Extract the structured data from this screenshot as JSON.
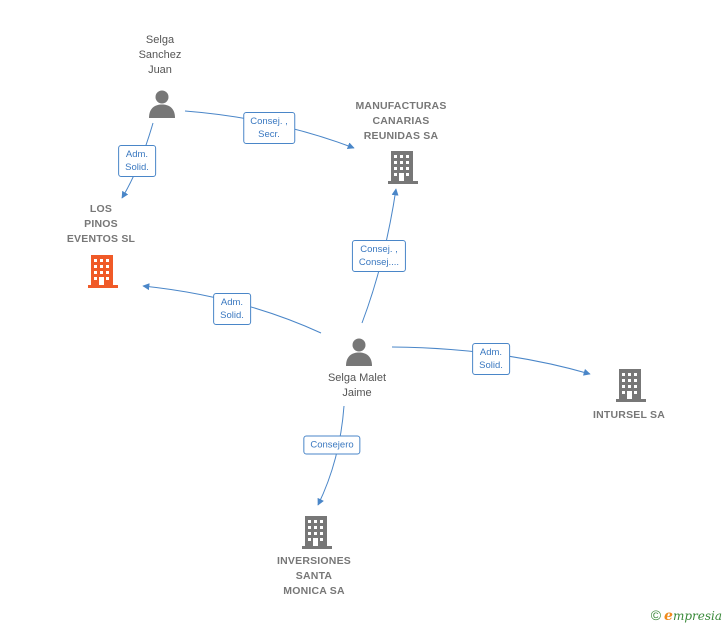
{
  "colors": {
    "edge": "#4a86c8",
    "person": "#777777",
    "company": "#777777",
    "focus_company": "#f05a28"
  },
  "nodes": {
    "selga_sanchez": {
      "label": "Selga\nSanchez\nJuan",
      "icon": "person-icon"
    },
    "manufacturas": {
      "label": "MANUFACTURAS\nCANARIAS\nREUNIDAS SA",
      "icon": "building-icon"
    },
    "los_pinos": {
      "label": "LOS\nPINOS\nEVENTOS SL",
      "icon": "building-icon"
    },
    "selga_malet": {
      "label": "Selga Malet\nJaime",
      "icon": "person-icon"
    },
    "intursel": {
      "label": "INTURSEL SA",
      "icon": "building-icon"
    },
    "inversiones": {
      "label": "INVERSIONES\nSANTA\nMONICA SA",
      "icon": "building-icon"
    }
  },
  "edges": {
    "sanchez_manufacturas": "Consej. ,\nSecr.",
    "sanchez_pinos": "Adm.\nSolid.",
    "malet_manufacturas": "Consej. ,\nConsej....",
    "malet_pinos": "Adm.\nSolid.",
    "malet_intursel": "Adm.\nSolid.",
    "malet_inversiones": "Consejero"
  },
  "brand": {
    "copyright": "©",
    "e": "e",
    "rest": "mpresia"
  }
}
